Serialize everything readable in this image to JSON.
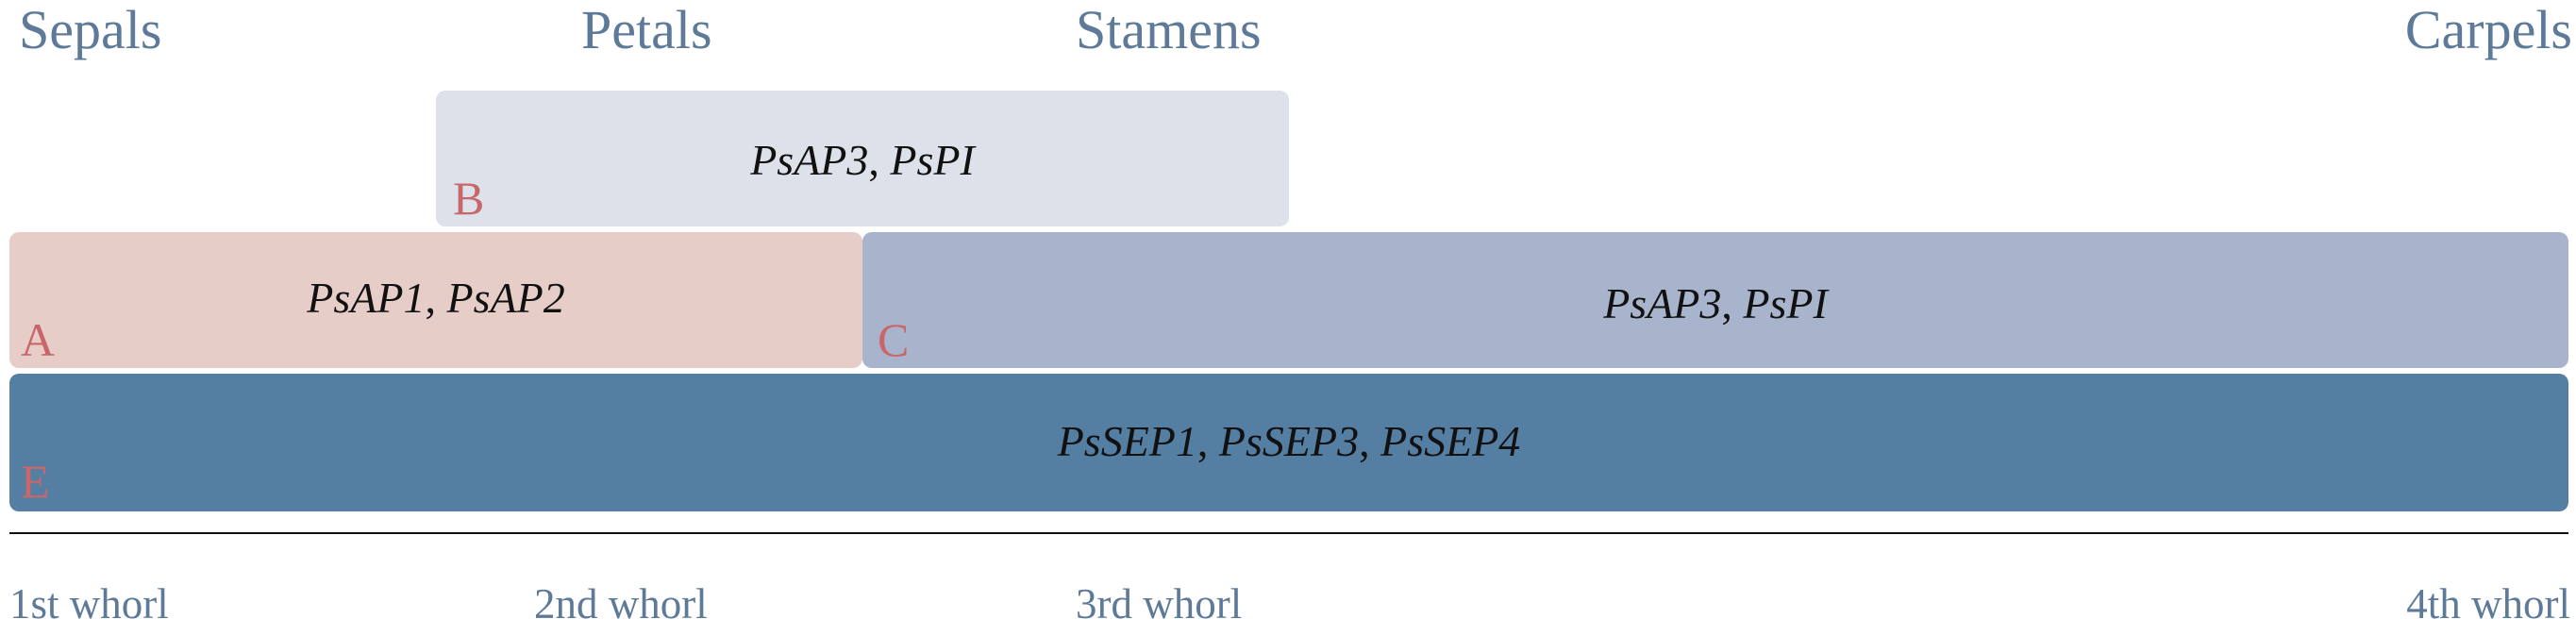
{
  "organs": {
    "sepals": "Sepals",
    "petals": "Petals",
    "stamens": "Stamens",
    "carpels": "Carpels"
  },
  "whorls": {
    "first": "1st whorl",
    "second": "2nd whorl",
    "third": "3rd whorl",
    "fourth": "4th whorl"
  },
  "classes": {
    "B": {
      "letter": "B",
      "genes": [
        "PsAP3",
        "PsPI"
      ],
      "color": "#dde1ea"
    },
    "A": {
      "letter": "A",
      "genes": [
        "PsAP1",
        "PsAP2"
      ],
      "color": "#e6cdc8"
    },
    "C": {
      "letter": "C",
      "genes": [
        "PsAP3",
        "PsPI"
      ],
      "color": "#a7b4cc"
    },
    "E": {
      "letter": "E",
      "genes": [
        "PsSEP1",
        "PsSEP3",
        "PsSEP4"
      ],
      "color": "#557ea3"
    }
  },
  "colors": {
    "label_text": "#5e7a99",
    "class_letter": "#c9666a",
    "gene_text": "#111111"
  },
  "separator": ", "
}
